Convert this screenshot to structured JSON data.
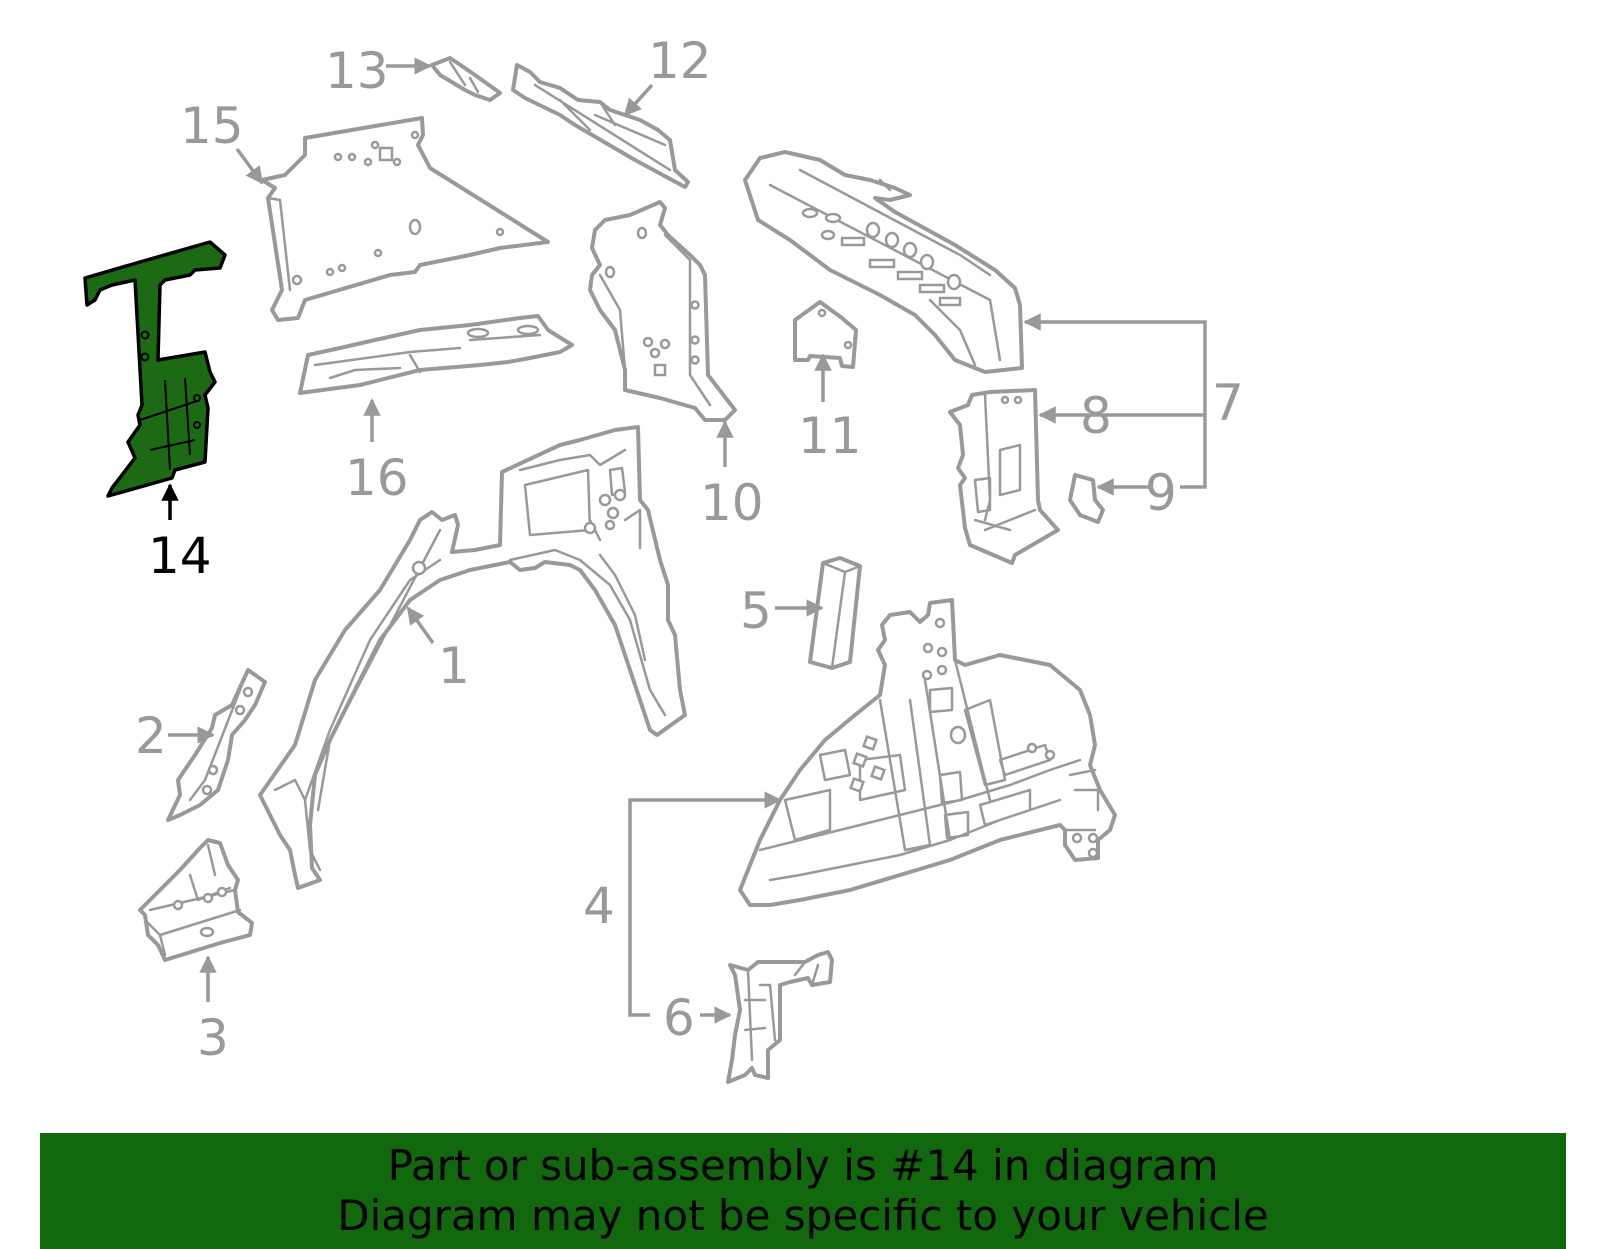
{
  "colors": {
    "highlight_fill": "#1c6b14",
    "part_outline": "#999999",
    "banner_background": "#12680c",
    "highlight_label": "#000000"
  },
  "callouts": {
    "c1": "1",
    "c2": "2",
    "c3": "3",
    "c4": "4",
    "c5": "5",
    "c6": "6",
    "c7": "7",
    "c8": "8",
    "c9": "9",
    "c10": "10",
    "c11": "11",
    "c12": "12",
    "c13": "13",
    "c14": "14",
    "c15": "15",
    "c16": "16"
  },
  "highlighted_part": "14",
  "banner": {
    "line1": "Part or sub-assembly is #14 in diagram",
    "line2": "Diagram may not be specific to your vehicle"
  }
}
